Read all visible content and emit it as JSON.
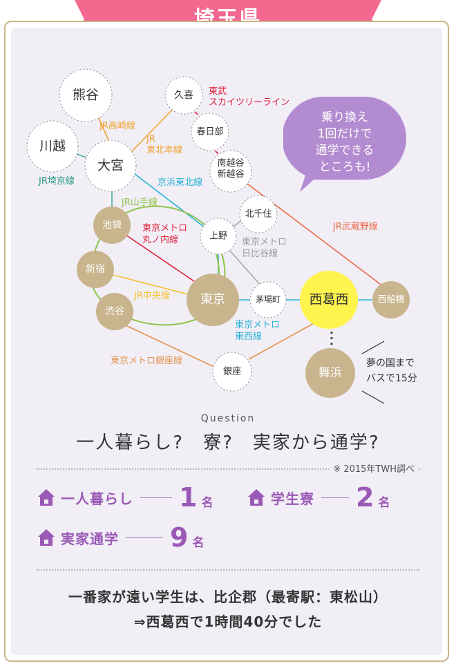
{
  "header": {
    "title": "埼玉県"
  },
  "colors": {
    "ribbon": "#f2688f",
    "border": "#c8b487",
    "panel": "#f1eef6",
    "tan_station": "#c8b48d",
    "highlight_station": "#fff44d",
    "bubble": "#b38bd0",
    "accent_purple": "#9b59b6",
    "line_orange": "#f0a22e",
    "line_red": "#e0203a",
    "line_cyan": "#27b3d6",
    "line_green": "#8ec54a",
    "line_gray": "#a8a8a8",
    "line_yellow": "#f5c030",
    "line_musashino": "#ec6a45",
    "line_ginza": "#e6924a"
  },
  "stations": {
    "kumagaya": "熊谷",
    "kawagoe": "川越",
    "omiya": "大宮",
    "kuki": "久喜",
    "kasukabe": "春日部",
    "minamikoshigaya": "南越谷\n新越谷",
    "kitasenju": "北千住",
    "ueno": "上野",
    "ikebukuro": "池袋",
    "shinjuku": "新宿",
    "shibuya": "渋谷",
    "tokyo": "東京",
    "kayabacho": "茅場町",
    "nishikasai": "西葛西",
    "nishifunabashi": "西船橋",
    "maihama": "舞浜",
    "ginza": "銀座"
  },
  "lines": {
    "takasaki": "JR高崎線",
    "tohoku": "JR\n東北本線",
    "tobu": "東武\nスカイツリーライン",
    "saikyo": "JR埼京線",
    "keihin": "京浜東北線",
    "yamanote": "JR山手線",
    "marunouchi": "東京メトロ\n丸ノ内線",
    "hibiya": "東京メトロ\n日比谷線",
    "musashino": "JR武蔵野線",
    "chuo": "JR中央線",
    "tozai": "東京メトロ\n東西線",
    "ginza_line": "東京メトロ銀座線"
  },
  "bubble": {
    "text": "乗り換え\n1回だけで\n通学できる\nところも!"
  },
  "maihama_note": "夢の国まで\nバスで15分",
  "question": {
    "label": "Question",
    "text": "一人暮らし?　寮?　実家から通学?",
    "note": "※ 2015年TWH調べ"
  },
  "stats": [
    {
      "label": "一人暮らし",
      "count": "1",
      "unit": "名"
    },
    {
      "label": "学生寮",
      "count": "2",
      "unit": "名"
    },
    {
      "label": "実家通学",
      "count": "9",
      "unit": "名"
    }
  ],
  "footer": {
    "line1": "一番家が遠い学生は、比企郡（最寄駅：東松山）",
    "line2": "⇒西葛西で1時間40分でした"
  }
}
